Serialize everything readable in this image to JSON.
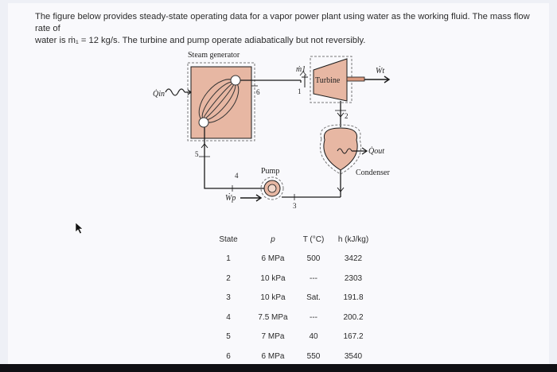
{
  "problem": {
    "line1": "The figure below provides steady-state operating data for a vapor power plant using water as the working fluid. The mass flow rate of",
    "line2": "water is ṁ₁ = 12 kg/s. The turbine and pump operate adiabatically but not reversibly."
  },
  "diagram": {
    "steam_generator": "Steam generator",
    "turbine": "Turbine",
    "pump": "Pump",
    "condenser": "Condenser",
    "q_in": "Q̇in",
    "q_out": "Q̇out",
    "w_t": "Ẇt",
    "w_p": "Ẇp",
    "m1": "ṁ1",
    "states": [
      "1",
      "2",
      "3",
      "4",
      "5",
      "6"
    ]
  },
  "table": {
    "headers": [
      "State",
      "p",
      "T (°C)",
      "h (kJ/kg)"
    ],
    "rows": [
      [
        "1",
        "6 MPa",
        "500",
        "3422"
      ],
      [
        "2",
        "10 kPa",
        "---",
        "2303"
      ],
      [
        "3",
        "10 kPa",
        "Sat.",
        "191.8"
      ],
      [
        "4",
        "7.5 MPa",
        "---",
        "200.2"
      ],
      [
        "5",
        "7 MPa",
        "40",
        "167.2"
      ],
      [
        "6",
        "6 MPa",
        "550",
        "3540"
      ]
    ]
  },
  "colors": {
    "component_fill": "#e7b7a3",
    "line": "#1a1a1a",
    "arrow": "#1a1a1a"
  }
}
